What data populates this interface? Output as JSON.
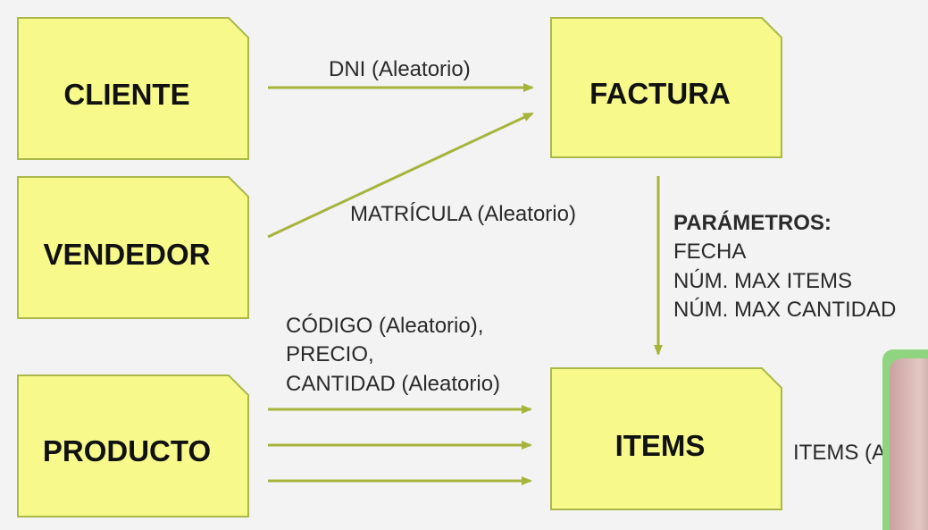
{
  "colors": {
    "box_fill": "#f7f98b",
    "box_stroke": "#aab84a",
    "arrow": "#a6b43b",
    "background": "#f3f3f3"
  },
  "boxes": {
    "cliente": "CLIENTE",
    "vendedor": "VENDEDOR",
    "producto": "PRODUCTO",
    "factura": "FACTURA",
    "items": "ITEMS"
  },
  "labels": {
    "dni": "DNI (Aleatorio)",
    "matricula": "MATRÍCULA (Aleatorio)",
    "producto_fields": [
      "CÓDIGO (Aleatorio),",
      "PRECIO,",
      "CANTIDAD (Aleatorio)"
    ],
    "parametros_title": "PARÁMETROS:",
    "parametros": [
      "FECHA",
      "NÚM. MAX ITEMS",
      "NÚM. MAX CANTIDAD"
    ],
    "items_partial": "ITEMS (Alea"
  }
}
